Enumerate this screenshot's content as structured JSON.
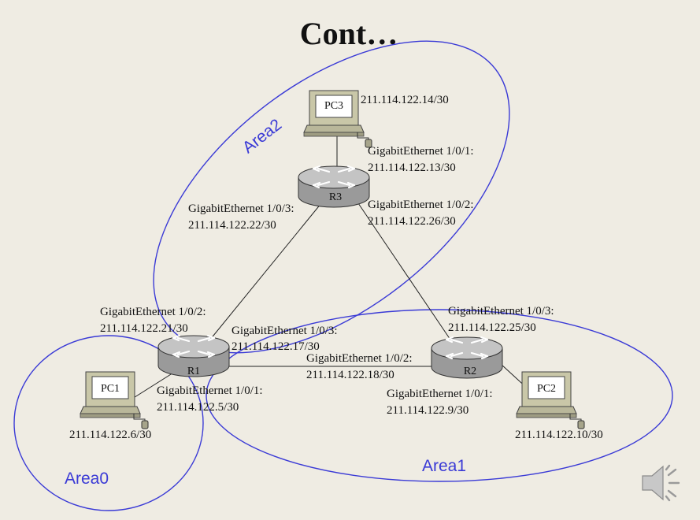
{
  "title": "Cont…",
  "colors": {
    "background": "#efece3",
    "area_outline": "#3a3ad6",
    "link": "#222222",
    "router_body": "#b8b8b8",
    "pc_body": "#c9c7a8"
  },
  "areas": {
    "area0": "Area0",
    "area1": "Area1",
    "area2": "Area2"
  },
  "routers": {
    "r1": "R1",
    "r2": "R2",
    "r3": "R3"
  },
  "pcs": {
    "pc1": {
      "name": "PC1",
      "ip": "211.114.122.6/30"
    },
    "pc2": {
      "name": "PC2",
      "ip": "211.114.122.10/30"
    },
    "pc3": {
      "name": "PC3",
      "ip": "211.114.122.14/30"
    }
  },
  "interfaces": {
    "r3_g1": {
      "name": "GigabitEthernet 1/0/1:",
      "ip": "211.114.122.13/30"
    },
    "r3_g3": {
      "name": "GigabitEthernet 1/0/3:",
      "ip": "211.114.122.22/30"
    },
    "r3_g2": {
      "name": "GigabitEthernet 1/0/2:",
      "ip": "211.114.122.26/30"
    },
    "r1_g2": {
      "name": "GigabitEthernet 1/0/2:",
      "ip": "211.114.122.21/30"
    },
    "r1_g3": {
      "name": "GigabitEthernet 1/0/3:",
      "ip": "211.114.122.17/30"
    },
    "r1_g1": {
      "name": "GigabitEthernet 1/0/1:",
      "ip": "211.114.122.5/30"
    },
    "r2_g2": {
      "name": "GigabitEthernet 1/0/2:",
      "ip": "211.114.122.18/30"
    },
    "r2_g3": {
      "name": "GigabitEthernet 1/0/3:",
      "ip": "211.114.122.25/30"
    },
    "r2_g1": {
      "name": "GigabitEthernet 1/0/1:",
      "ip": "211.114.122.9/30"
    }
  },
  "icons": {
    "speaker": "speaker-icon",
    "router": "router-icon",
    "pc": "pc-icon"
  }
}
